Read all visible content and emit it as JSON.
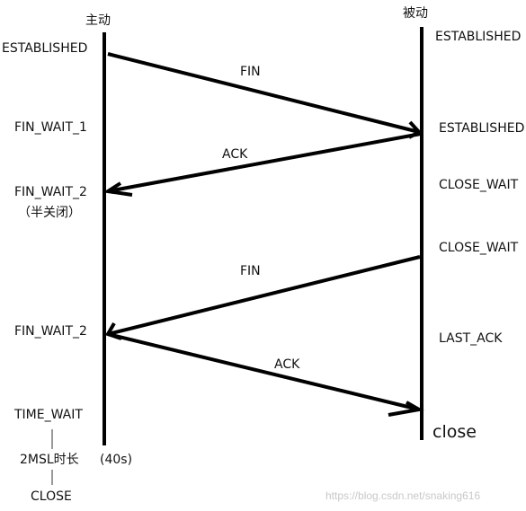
{
  "actors": {
    "active": "主动",
    "passive": "被动"
  },
  "active_states": {
    "s1": "ESTABLISHED",
    "s2": "FIN_WAIT_1",
    "s3": "FIN_WAIT_2",
    "s3_note": "（半关闭）",
    "s4": "FIN_WAIT_2",
    "s5": "TIME_WAIT",
    "duration": "2MSL时长",
    "duration_value": "(40s)",
    "end": "CLOSE"
  },
  "passive_states": {
    "s1": "ESTABLISHED",
    "s2": "ESTABLISHED",
    "s3": "CLOSE_WAIT",
    "s4": "CLOSE_WAIT",
    "s5": "LAST_ACK",
    "end": "close"
  },
  "messages": {
    "m1": "FIN",
    "m2": "ACK",
    "m3": "FIN",
    "m4": "ACK"
  },
  "watermark": "https://blog.csdn.net/snaking616"
}
